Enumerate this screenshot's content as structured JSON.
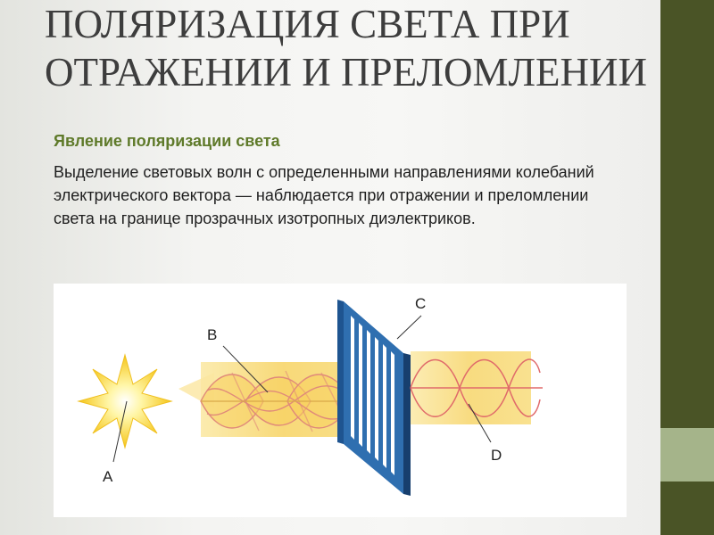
{
  "slide": {
    "title": "ПОЛЯРИЗАЦИЯ СВЕТА ПРИ ОТРАЖЕНИИ И ПРЕЛОМЛЕНИИ",
    "subtitle": "Явление поляризации света",
    "body": "Выделение световых волн с определенными направлениями колебаний электрического вектора — наблюдается при отражении и преломлении света на границе прозрачных изотропных диэлектриков."
  },
  "figure": {
    "labels": {
      "a": "A",
      "b": "B",
      "c": "C",
      "d": "D"
    }
  },
  "colors": {
    "sidebar": "#4a5426",
    "sidebar_accent": "#a5b48a",
    "subtitle": "#5f7a2a",
    "polarizer": "#4a8ccc",
    "beam": "#f7d56a",
    "wave": "#e06a6a"
  }
}
